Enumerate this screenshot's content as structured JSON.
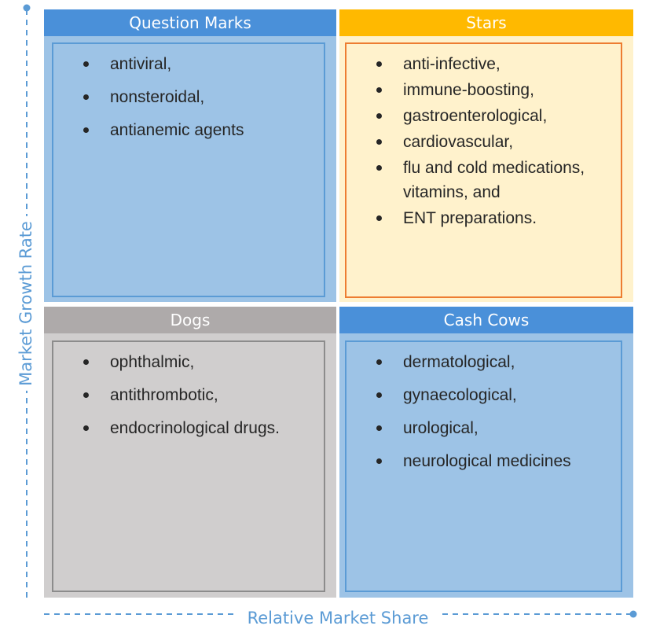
{
  "axes": {
    "y_label": "Market Growth Rate",
    "x_label": "Relative Market Share",
    "line_color": "#5b9bd5"
  },
  "quadrants": {
    "question_marks": {
      "title": "Question Marks",
      "items": [
        "antiviral,",
        "nonsteroidal,",
        "antianemic agents"
      ]
    },
    "stars": {
      "title": "Stars",
      "items": [
        "anti-infective,",
        "immune-boosting,",
        "gastroenterological,",
        "cardiovascular,",
        "flu and cold medications, vitamins, and",
        "ENT preparations."
      ]
    },
    "dogs": {
      "title": "Dogs",
      "items": [
        "ophthalmic,",
        "antithrombotic,",
        "endocrinological drugs."
      ]
    },
    "cash_cows": {
      "title": "Cash Cows",
      "items": [
        "dermatological,",
        "gynaecological,",
        "urological,",
        "neurological medicines"
      ]
    }
  }
}
